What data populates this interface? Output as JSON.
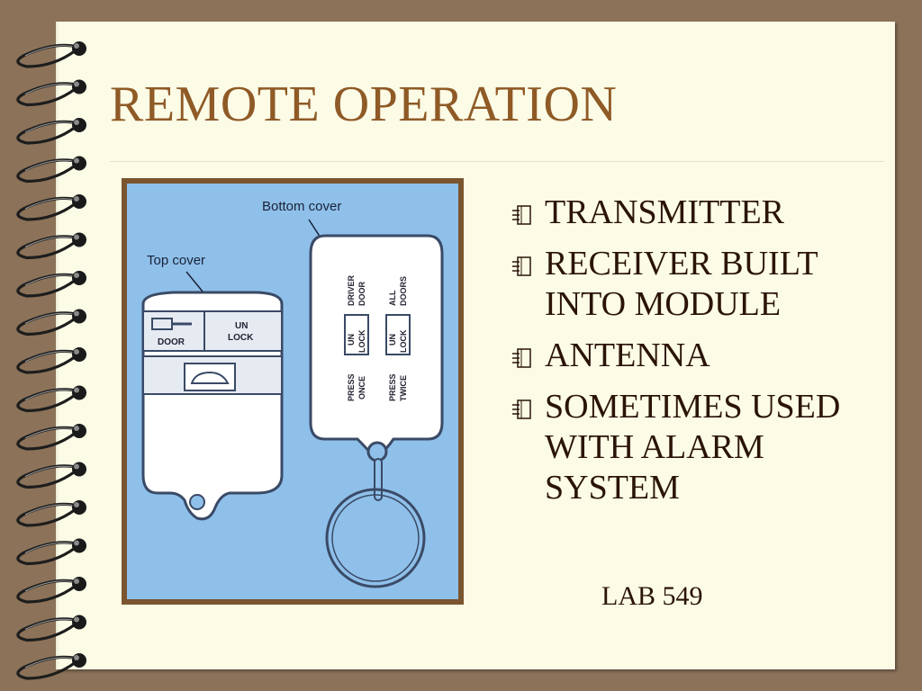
{
  "slide": {
    "title": "REMOTE OPERATION",
    "bullets": [
      {
        "text": "TRANSMITTER",
        "icon": "notebook-bullet-icon"
      },
      {
        "text": "RECEIVER BUILT INTO MODULE",
        "icon": "notebook-bullet-icon"
      },
      {
        "text": "ANTENNA",
        "icon": "notebook-bullet-icon"
      },
      {
        "text": "SOMETIMES USED WITH ALARM SYSTEM",
        "icon": "notebook-bullet-icon"
      }
    ],
    "footer": "LAB 549"
  },
  "figure": {
    "labels": {
      "bottom_cover": "Bottom cover",
      "top_cover": "Top cover",
      "door": "DOOR",
      "unlock_top": "UN",
      "unlock_bottom": "LOCK",
      "driver": "DRIVER",
      "driver_door": "DOOR",
      "all": "ALL",
      "all_doors": "DOORS",
      "un_1": "UN",
      "lock_1": "LOCK",
      "un_2": "UN",
      "lock_2": "LOCK",
      "press_1": "PRESS",
      "once": "ONCE",
      "press_2": "PRESS",
      "twice": "TWICE"
    },
    "colors": {
      "background": "#8fc0ea",
      "frame": "#7a5530",
      "fob": "#ffffff",
      "outline": "#3a4a66"
    }
  },
  "theme": {
    "page": "#fbfbe6",
    "border": "#8b7259",
    "title_color": "#8f5a26",
    "text_color": "#2b1406"
  }
}
